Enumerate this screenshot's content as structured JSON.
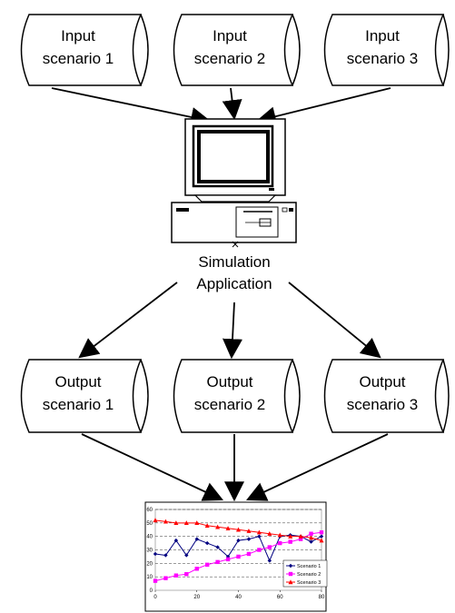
{
  "inputs": [
    {
      "line1": "Input",
      "line2": "scenario 1"
    },
    {
      "line1": "Input",
      "line2": "scenario 2"
    },
    {
      "line1": "Input",
      "line2": "scenario 3"
    }
  ],
  "application": {
    "line1": "Simulation",
    "line2": "Application"
  },
  "outputs": [
    {
      "line1": "Output",
      "line2": "scenario 1"
    },
    {
      "line1": "Output",
      "line2": "scenario 2"
    },
    {
      "line1": "Output",
      "line2": "scenario 3"
    }
  ],
  "chart_data": {
    "type": "line",
    "title": "",
    "xlabel": "",
    "ylabel": "",
    "xlim": [
      0,
      80
    ],
    "ylim": [
      0,
      60
    ],
    "x_ticks": [
      0,
      20,
      40,
      60,
      80
    ],
    "y_ticks": [
      0,
      10,
      20,
      30,
      40,
      50,
      60
    ],
    "grid": true,
    "legend_position": "right",
    "series": [
      {
        "name": "Scenario 1",
        "color": "#000080",
        "marker": "diamond",
        "x": [
          0,
          5,
          10,
          15,
          20,
          25,
          30,
          35,
          40,
          45,
          50,
          55,
          60,
          65,
          70,
          75,
          80
        ],
        "y": [
          27,
          26,
          37,
          26,
          38,
          35,
          32,
          25,
          37,
          38,
          40,
          22,
          40,
          41,
          40,
          36,
          40
        ]
      },
      {
        "name": "Scenario 2",
        "color": "#ff00ff",
        "marker": "square",
        "x": [
          0,
          5,
          10,
          15,
          20,
          25,
          30,
          35,
          40,
          45,
          50,
          55,
          60,
          65,
          70,
          75,
          80
        ],
        "y": [
          7,
          9,
          11,
          12,
          16,
          19,
          21,
          23,
          25,
          27,
          30,
          32,
          35,
          36,
          38,
          42,
          43
        ]
      },
      {
        "name": "Scenario 3",
        "color": "#ff0000",
        "marker": "triangle",
        "x": [
          0,
          5,
          10,
          15,
          20,
          25,
          30,
          35,
          40,
          45,
          50,
          55,
          60,
          65,
          70,
          75,
          80
        ],
        "y": [
          52,
          51,
          50,
          50,
          50,
          48,
          47,
          46,
          45,
          44,
          43,
          42,
          41,
          40,
          40,
          39,
          37
        ]
      }
    ]
  }
}
